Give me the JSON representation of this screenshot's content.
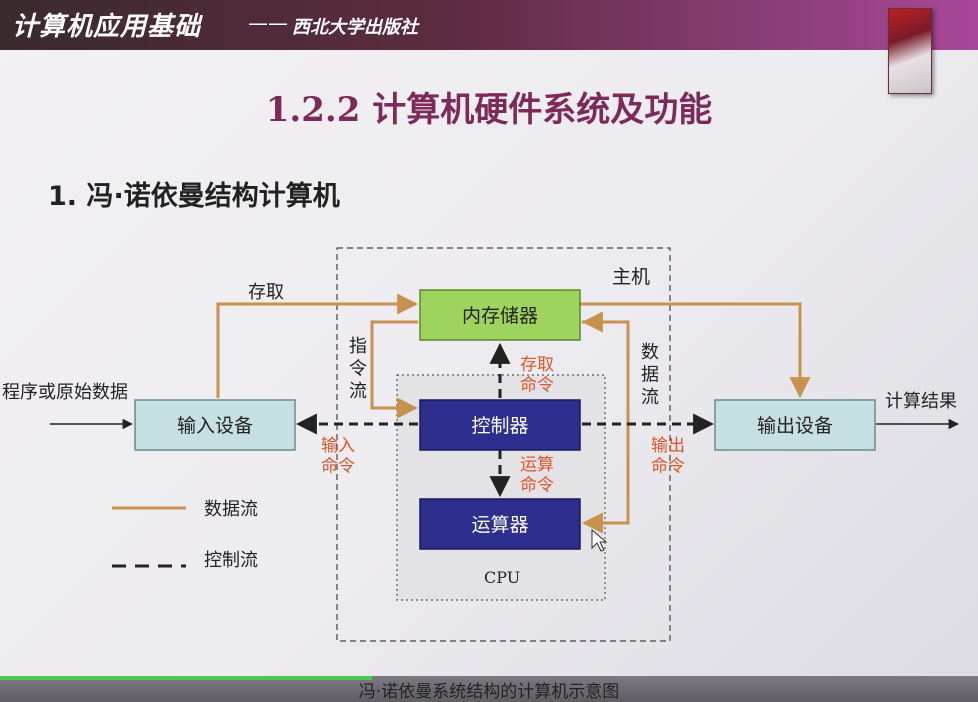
{
  "header": {
    "title": "计算机应用基础",
    "dash": "——",
    "publisher": "西北大学出版社"
  },
  "slide": {
    "title": "1.2.2  计算机硬件系统及功能",
    "section": "1. 冯·诺依曼结构计算机"
  },
  "diagram": {
    "host_label": "主机",
    "cpu_label": "CPU",
    "input_text": "程序或原始数据",
    "output_text": "计算结果",
    "boxes": {
      "memory": "内存储器",
      "control": "控制器",
      "alu": "运算器",
      "input_device": "输入设备",
      "output_device": "输出设备"
    },
    "labels": {
      "access": "存取",
      "instruction_flow": "指令流",
      "data_flow_vertical": "数据流",
      "access_command": "存取命令",
      "compute_command": "运算命令",
      "input_command": "输入命令",
      "output_command": "输出命令"
    },
    "legend": {
      "data_flow": "数据流",
      "control_flow": "控制流"
    },
    "colors": {
      "memory_fill": "#9ed45e",
      "cpu_unit_fill": "#2e2e8f",
      "device_fill": "#c6dfe3",
      "data_line": "#c8914d",
      "command_text": "#e0562a"
    }
  },
  "caption": "冯·诺依曼系统结构的计算机示意图"
}
